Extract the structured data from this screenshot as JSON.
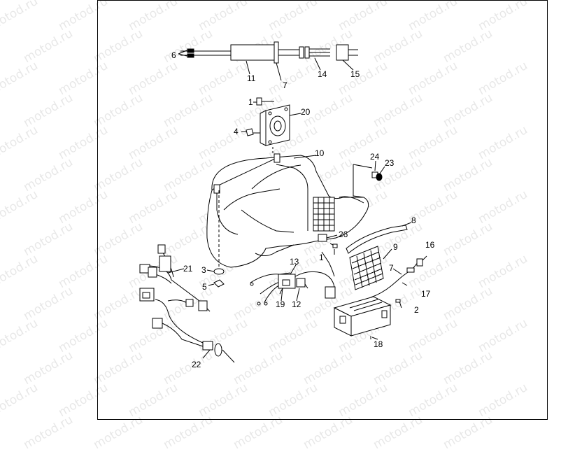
{
  "watermark": "motod.ru",
  "callouts": [
    {
      "id": "c6",
      "text": "6"
    },
    {
      "id": "c11",
      "text": "11"
    },
    {
      "id": "c7a",
      "text": "7"
    },
    {
      "id": "c14",
      "text": "14"
    },
    {
      "id": "c15",
      "text": "15"
    },
    {
      "id": "c1a",
      "text": "1"
    },
    {
      "id": "c20",
      "text": "20"
    },
    {
      "id": "c4",
      "text": "4"
    },
    {
      "id": "c10",
      "text": "10"
    },
    {
      "id": "c24",
      "text": "24"
    },
    {
      "id": "c23",
      "text": "23"
    },
    {
      "id": "c8",
      "text": "8"
    },
    {
      "id": "c26",
      "text": "26"
    },
    {
      "id": "c9",
      "text": "9"
    },
    {
      "id": "c1b",
      "text": "1"
    },
    {
      "id": "c16",
      "text": "16"
    },
    {
      "id": "c13",
      "text": "13"
    },
    {
      "id": "c21",
      "text": "21"
    },
    {
      "id": "c3",
      "text": "3"
    },
    {
      "id": "c7b",
      "text": "7"
    },
    {
      "id": "c5",
      "text": "5"
    },
    {
      "id": "c17",
      "text": "17"
    },
    {
      "id": "c19",
      "text": "19"
    },
    {
      "id": "c12",
      "text": "12"
    },
    {
      "id": "c2",
      "text": "2"
    },
    {
      "id": "c18",
      "text": "18"
    },
    {
      "id": "c22",
      "text": "22"
    }
  ]
}
